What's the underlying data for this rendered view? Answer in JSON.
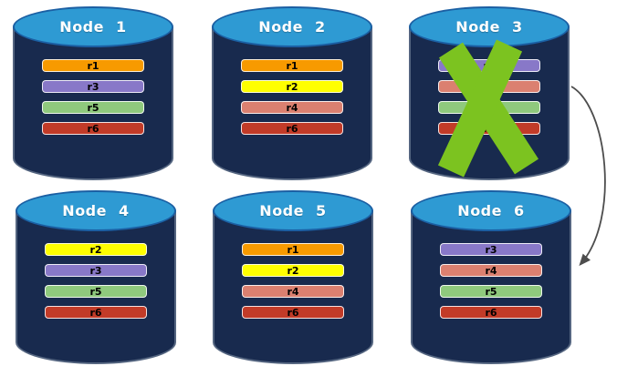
{
  "diagram": {
    "description": "Six database nodes holding replicas; Node 3 failed (green X) with arrow pointing to Node 6",
    "cylinder": {
      "top_fill": "#2e9ad3",
      "body_fill": "#182a4e"
    },
    "nodes": [
      {
        "name": "Node 1",
        "replicas": [
          {
            "label": "r1",
            "color": "#f79a00"
          },
          {
            "label": "r3",
            "color": "#8878c8"
          },
          {
            "label": "r5",
            "color": "#8fc97d"
          },
          {
            "label": "r6",
            "color": "#c23b28"
          }
        ]
      },
      {
        "name": "Node 2",
        "replicas": [
          {
            "label": "r1",
            "color": "#f79a00"
          },
          {
            "label": "r2",
            "color": "#ffff00"
          },
          {
            "label": "r4",
            "color": "#db8070"
          },
          {
            "label": "r6",
            "color": "#c23b28"
          }
        ]
      },
      {
        "name": "Node 3",
        "failed": true,
        "replicas": [
          {
            "label": "r3",
            "color": "#8878c8"
          },
          {
            "label": "r4",
            "color": "#db8070"
          },
          {
            "label": "r5",
            "color": "#8fc97d"
          },
          {
            "label": "r6",
            "color": "#c23b28"
          }
        ]
      },
      {
        "name": "Node 4",
        "replicas": [
          {
            "label": "r2",
            "color": "#ffff00"
          },
          {
            "label": "r3",
            "color": "#8878c8"
          },
          {
            "label": "r5",
            "color": "#8fc97d"
          },
          {
            "label": "r6",
            "color": "#c23b28"
          }
        ]
      },
      {
        "name": "Node 5",
        "replicas": [
          {
            "label": "r1",
            "color": "#f79a00"
          },
          {
            "label": "r2",
            "color": "#ffff00"
          },
          {
            "label": "r4",
            "color": "#db8070"
          },
          {
            "label": "r6",
            "color": "#c23b28"
          }
        ]
      },
      {
        "name": "Node 6",
        "replicas": [
          {
            "label": "r3",
            "color": "#8878c8"
          },
          {
            "label": "r4",
            "color": "#db8070"
          },
          {
            "label": "r5",
            "color": "#8fc97d"
          },
          {
            "label": "r6",
            "color": "#c23b28"
          }
        ]
      }
    ],
    "failure_x": {
      "color": "#7cc320"
    },
    "arrow": {
      "from": "Node 3",
      "to": "Node 6",
      "color": "#4d4d4d"
    }
  }
}
